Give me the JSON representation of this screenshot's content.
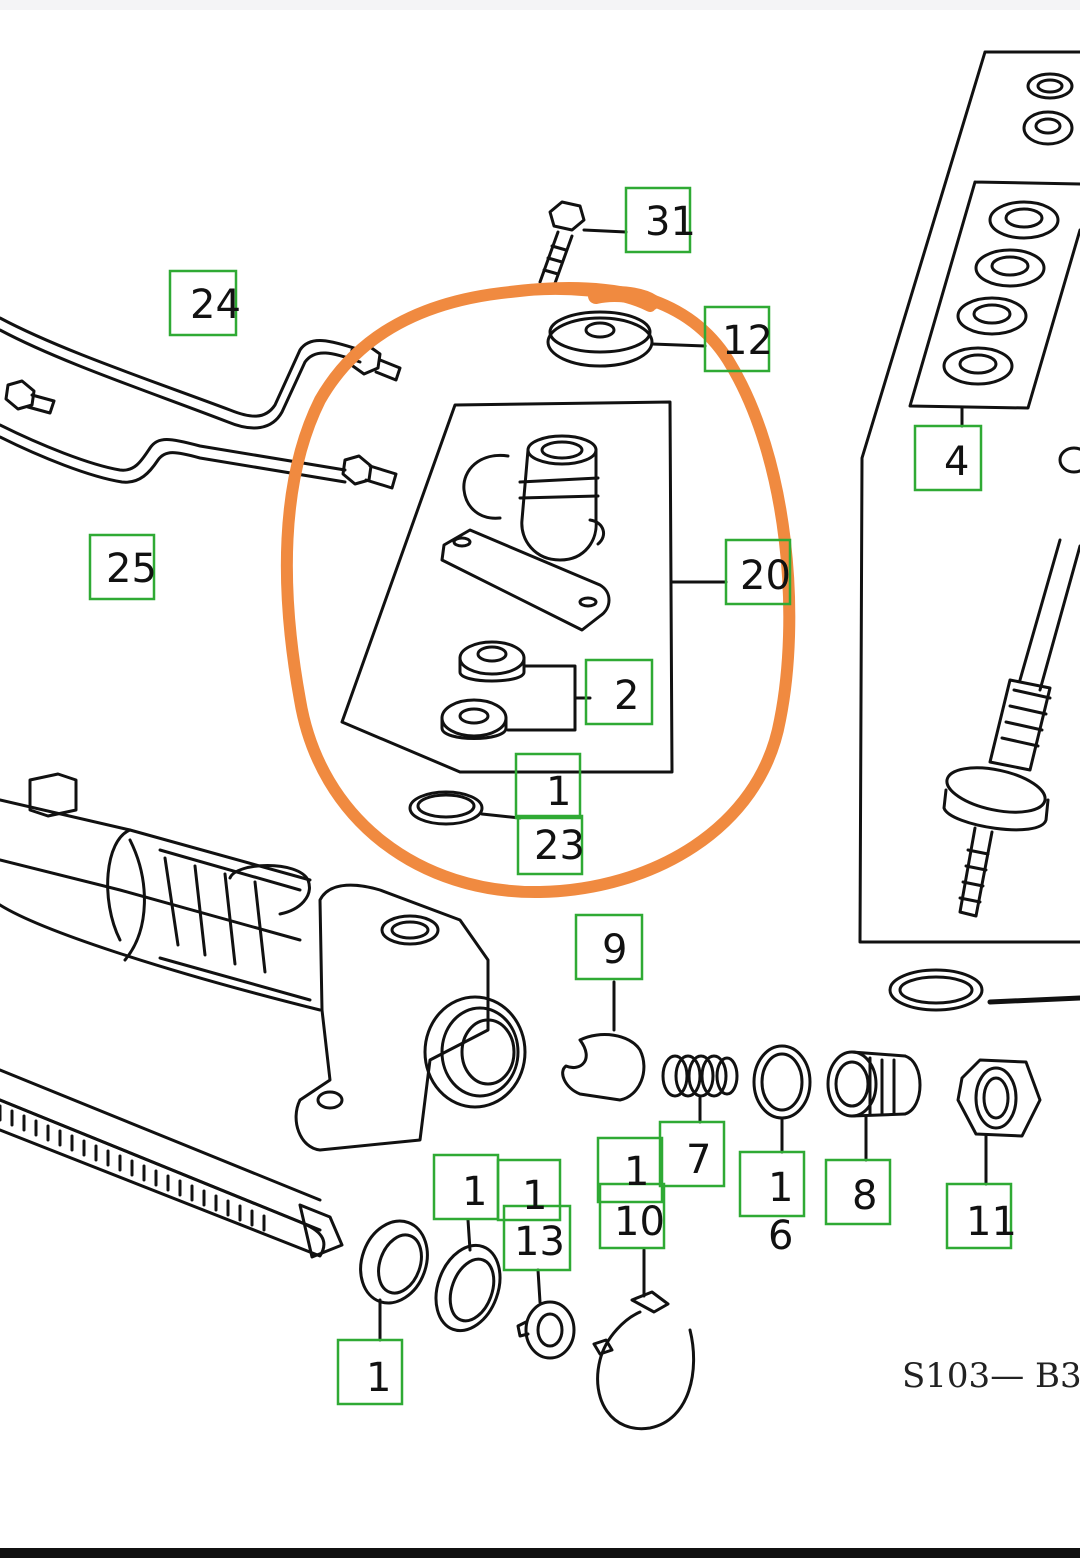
{
  "diagram": {
    "callouts": [
      "31",
      "24",
      "12",
      "25",
      "20",
      "4",
      "2",
      "1",
      "23",
      "9",
      "7",
      "1",
      "6",
      "8",
      "11",
      "1",
      "1",
      "13",
      "1",
      "10",
      "1"
    ],
    "code_text": "S103— B3",
    "colors": {
      "label_box": "#2faa34",
      "highlight": "#f08a40",
      "ink": "#111111"
    }
  }
}
